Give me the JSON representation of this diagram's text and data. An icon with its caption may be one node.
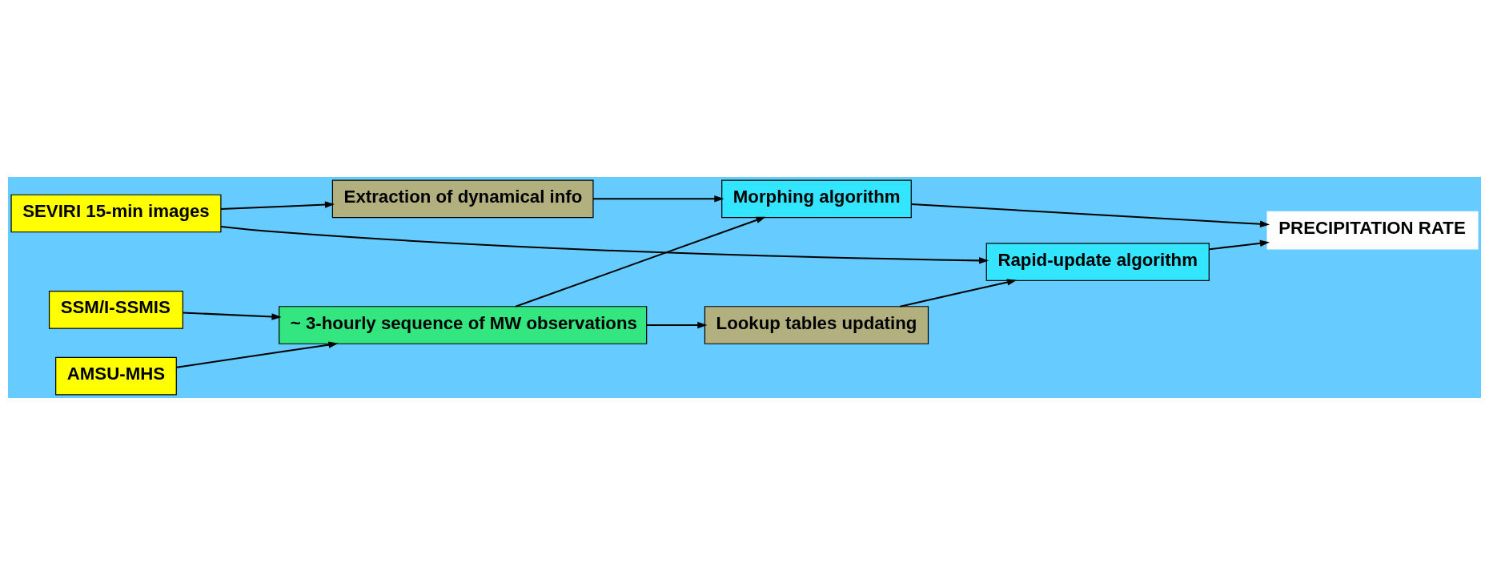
{
  "diagram": {
    "nodes": [
      {
        "text": [
          "SSM/I-SSMIS"
        ]
      },
      {
        "text": [
          "~ 3-hourly sequence of MW observations"
        ]
      },
      {
        "text": [
          "Morphing algorithm"
        ]
      },
      {
        "text": [
          "AMSU-MHS"
        ]
      },
      {
        "text": [
          "Lookup tables updating"
        ]
      },
      {
        "text": [
          "Rapid-update algorithm"
        ]
      },
      {
        "text": [
          "PRECIPITATION RATE"
        ]
      },
      {
        "text": [
          "SEVIRI 15-min images"
        ]
      },
      {
        "text": [
          "Extraction of dynamical info"
        ]
      }
    ],
    "edges": [
      {
        "from": 0,
        "to": 1,
        "arrow": "to"
      },
      {
        "from": 3,
        "to": 1,
        "arrow": "to"
      },
      {
        "from": 1,
        "to": 2,
        "arrow": "to"
      },
      {
        "from": 1,
        "to": 4,
        "arrow": "to"
      },
      {
        "from": 2,
        "to": 6,
        "arrow": "to"
      },
      {
        "from": 4,
        "to": 5,
        "arrow": "to"
      },
      {
        "from": 7,
        "to": 5,
        "arrow": "to"
      },
      {
        "from": 5,
        "to": 6,
        "arrow": "to"
      },
      {
        "from": 7,
        "to": 8,
        "arrow": "to"
      },
      {
        "from": 8,
        "to": 2,
        "arrow": "to"
      }
    ]
  }
}
